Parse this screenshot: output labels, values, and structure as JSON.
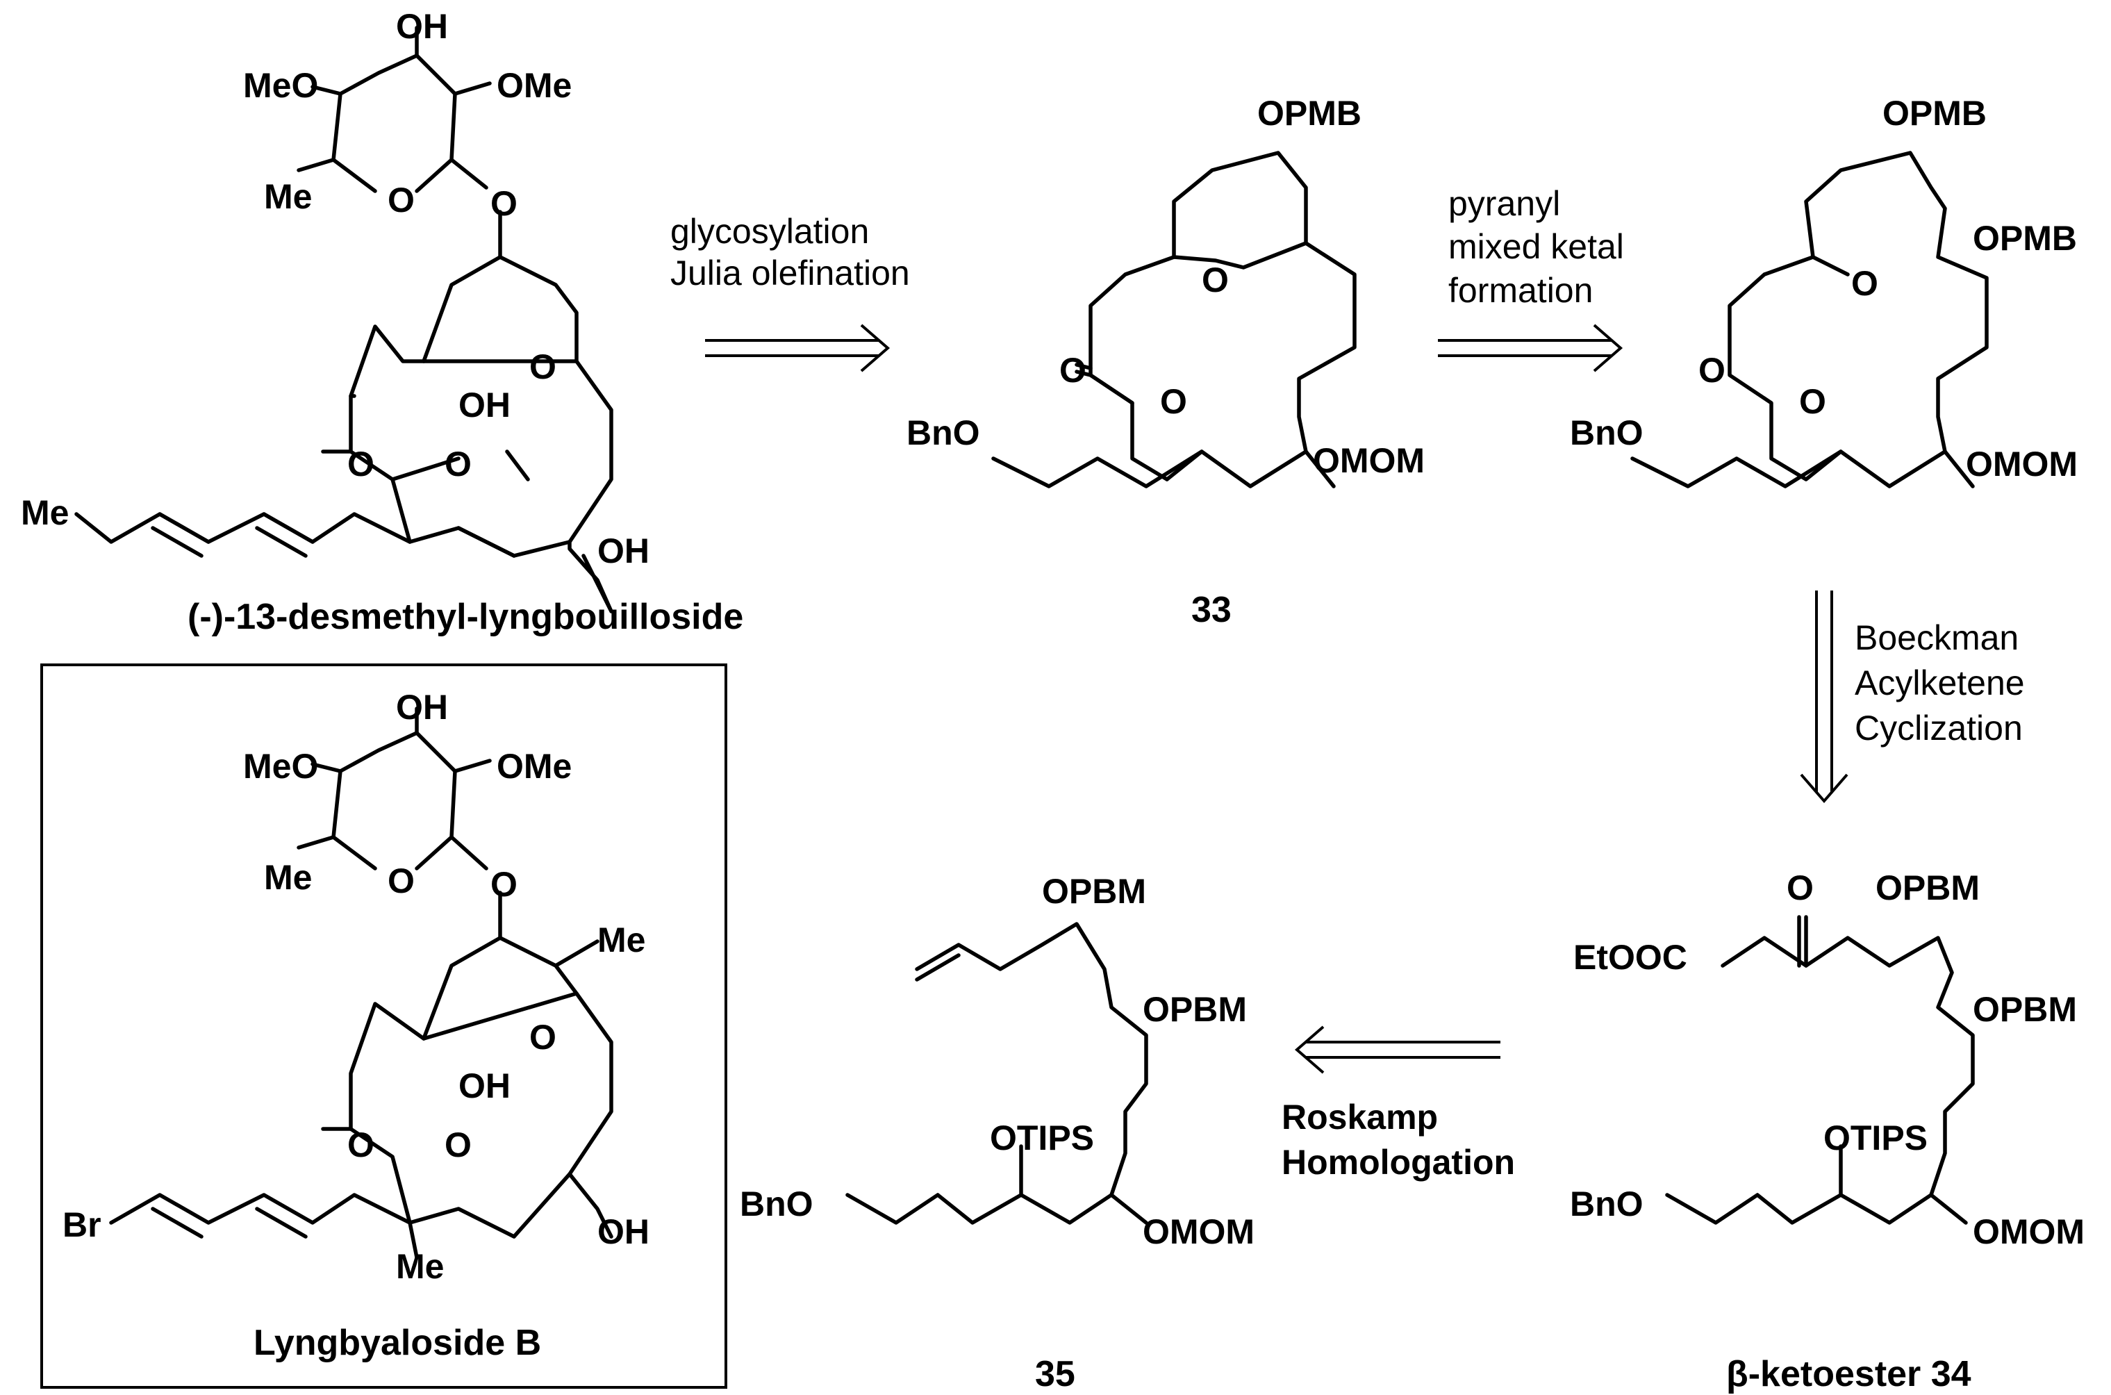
{
  "compounds": {
    "natural_product": {
      "name": "(-)-13-desmethyl-lyngbouilloside"
    },
    "c33": {
      "name": "33"
    },
    "c34": {
      "name": "β-ketoester 34"
    },
    "c35": {
      "name": "35"
    },
    "boxed": {
      "name": "Lyngbyaloside B"
    }
  },
  "arrows": {
    "a1": {
      "line1": "glycosylation",
      "line2": "Julia olefination"
    },
    "a2": {
      "line1": "pyranyl",
      "line2": "mixed ketal",
      "line3": "formation"
    },
    "a3": {
      "line1": "Boeckman",
      "line2": "Acylketene",
      "line3": "Cyclization"
    },
    "a4": {
      "line1": "Roskamp",
      "line2": "Homologation"
    }
  },
  "atoms": {
    "OH": "OH",
    "MeO": "MeO",
    "OMe": "OMe",
    "Me": "Me",
    "O": "O",
    "OPMB": "OPMB",
    "OPBM": "OPBM",
    "BnO": "BnO",
    "OMOM": "OMOM",
    "OTIPS": "OTIPS",
    "EtOOC": "EtOOC",
    "Br": "Br"
  }
}
